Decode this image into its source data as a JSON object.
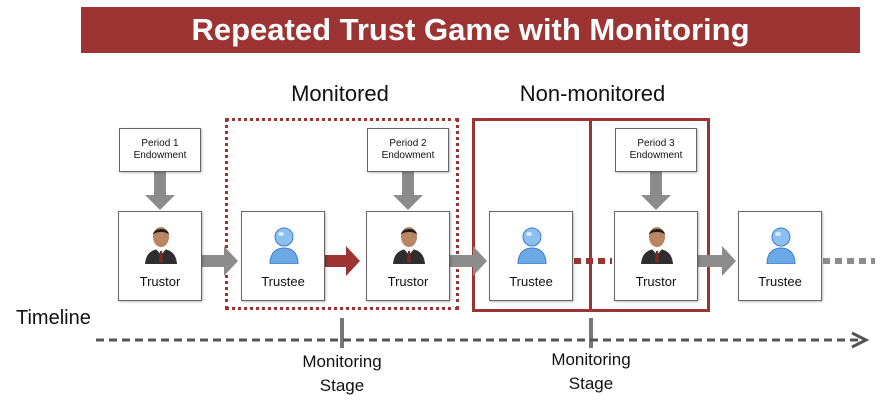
{
  "title": "Repeated Trust Game with Monitoring",
  "groups": {
    "monitored": "Monitored",
    "non_monitored": "Non-monitored"
  },
  "endowments": [
    {
      "line1": "Period 1",
      "line2": "Endowment"
    },
    {
      "line1": "Period 2",
      "line2": "Endowment"
    },
    {
      "line1": "Period 3",
      "line2": "Endowment"
    }
  ],
  "nodes": [
    {
      "role": "trustor",
      "label": "Trustor"
    },
    {
      "role": "trustee",
      "label": "Trustee"
    },
    {
      "role": "trustor",
      "label": "Trustor"
    },
    {
      "role": "trustee",
      "label": "Trustee"
    },
    {
      "role": "trustor",
      "label": "Trustor"
    },
    {
      "role": "trustee",
      "label": "Trustee"
    }
  ],
  "timeline": {
    "label": "Timeline"
  },
  "stages": [
    {
      "line1": "Monitoring",
      "line2": "Stage"
    },
    {
      "line1": "Monitoring",
      "line2": "Stage"
    }
  ],
  "colors": {
    "accent": "#9b3432",
    "arrow_gray": "#8c8c8c",
    "arrow_red": "#9b3432",
    "trustee_icon": "#6aa8e8"
  },
  "icons": {
    "trustor": "businessman-icon",
    "trustee": "person-icon"
  }
}
